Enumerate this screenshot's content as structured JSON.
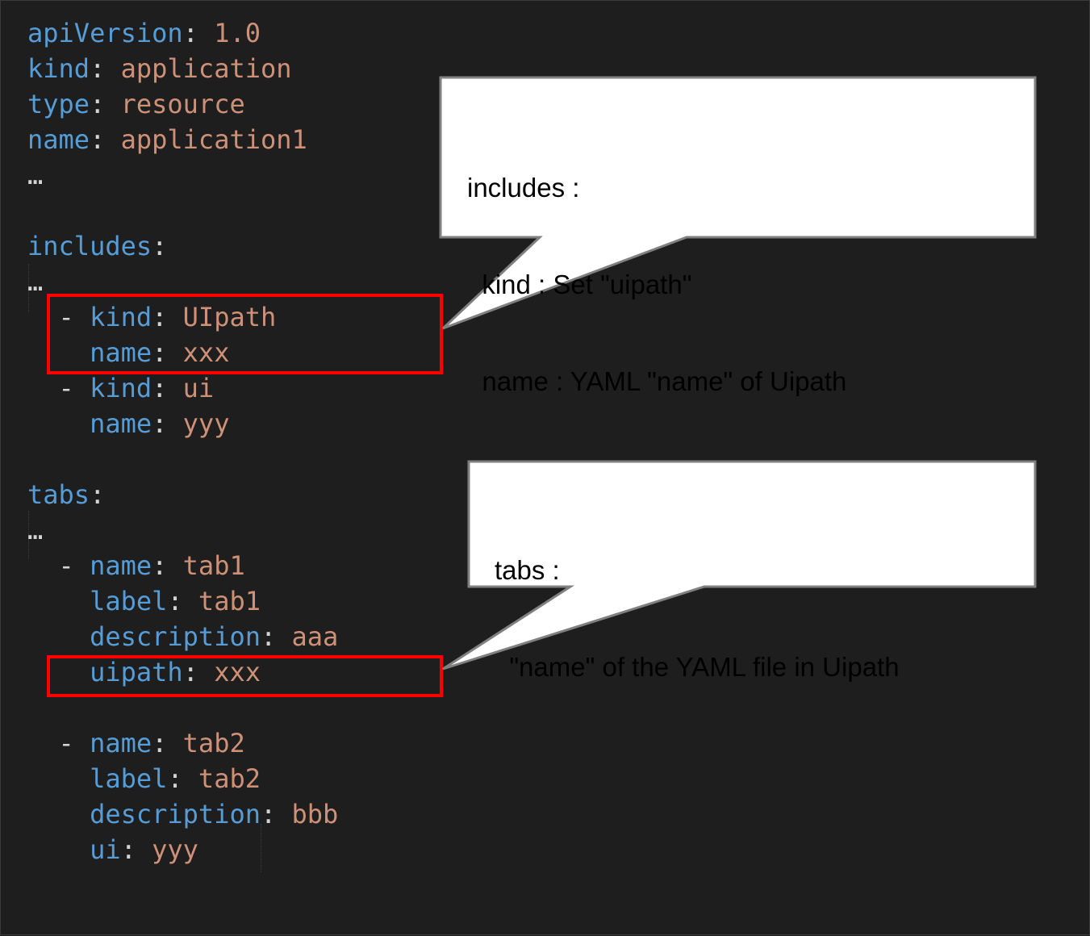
{
  "code_lines": [
    {
      "indent": "",
      "key": "apiVersion",
      "sep": ": ",
      "value": "1.0"
    },
    {
      "indent": "",
      "key": "kind",
      "sep": ": ",
      "value": "application"
    },
    {
      "indent": "",
      "key": "type",
      "sep": ": ",
      "value": "resource"
    },
    {
      "indent": "",
      "key": "name",
      "sep": ": ",
      "value": "application1"
    },
    {
      "indent": "",
      "text": "…"
    },
    {
      "indent": "",
      "text": ""
    },
    {
      "indent": "",
      "key": "includes",
      "sep": ":",
      "value": ""
    },
    {
      "indent": "",
      "text": "…"
    },
    {
      "indent": "  - ",
      "key": "kind",
      "sep": ": ",
      "value": "UIpath"
    },
    {
      "indent": "    ",
      "key": "name",
      "sep": ": ",
      "value": "xxx"
    },
    {
      "indent": "  - ",
      "key": "kind",
      "sep": ": ",
      "value": "ui"
    },
    {
      "indent": "    ",
      "key": "name",
      "sep": ": ",
      "value": "yyy"
    },
    {
      "indent": "",
      "text": ""
    },
    {
      "indent": "",
      "key": "tabs",
      "sep": ":",
      "value": ""
    },
    {
      "indent": "",
      "text": "…"
    },
    {
      "indent": "  - ",
      "key": "name",
      "sep": ": ",
      "value": "tab1"
    },
    {
      "indent": "    ",
      "key": "label",
      "sep": ": ",
      "value": "tab1"
    },
    {
      "indent": "    ",
      "key": "description",
      "sep": ": ",
      "value": "aaa"
    },
    {
      "indent": "    ",
      "key": "uipath",
      "sep": ": ",
      "value": "xxx"
    },
    {
      "indent": "",
      "text": ""
    },
    {
      "indent": "  - ",
      "key": "name",
      "sep": ": ",
      "value": "tab2"
    },
    {
      "indent": "    ",
      "key": "label",
      "sep": ": ",
      "value": "tab2"
    },
    {
      "indent": "    ",
      "key": "description",
      "sep": ": ",
      "value": "bbb"
    },
    {
      "indent": "    ",
      "key": "ui",
      "sep": ": ",
      "value": "yyy"
    }
  ],
  "callouts": {
    "includes": {
      "lines": [
        "includes :",
        "  kind : Set \"uipath\"",
        "  name : YAML \"name\" of Uipath"
      ]
    },
    "tabs": {
      "lines": [
        "tabs :",
        "  \"name\" of the YAML file in Uipath"
      ]
    }
  },
  "colors": {
    "background": "#1e1e1e",
    "key": "#569cd6",
    "value": "#ce9178",
    "punctuation": "#d4d4d4",
    "highlight": "#ff0000",
    "callout_fill": "#ffffff",
    "callout_border": "#808080"
  }
}
